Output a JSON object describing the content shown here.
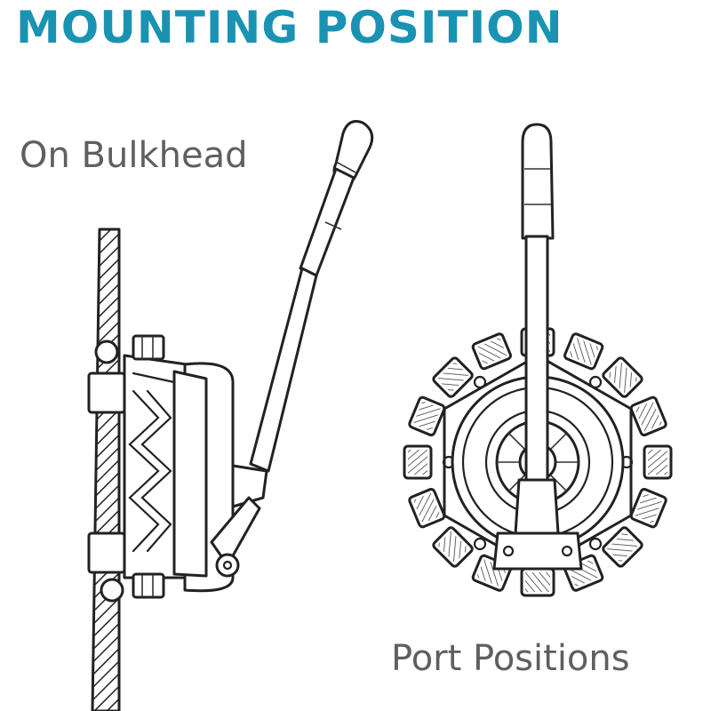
{
  "title": "MOUNTING POSITION",
  "labels": {
    "left": "On Bulkhead",
    "right": "Port Positions"
  },
  "colors": {
    "title": "#1a93b3",
    "label": "#5f5f5f",
    "line": "#222222"
  }
}
